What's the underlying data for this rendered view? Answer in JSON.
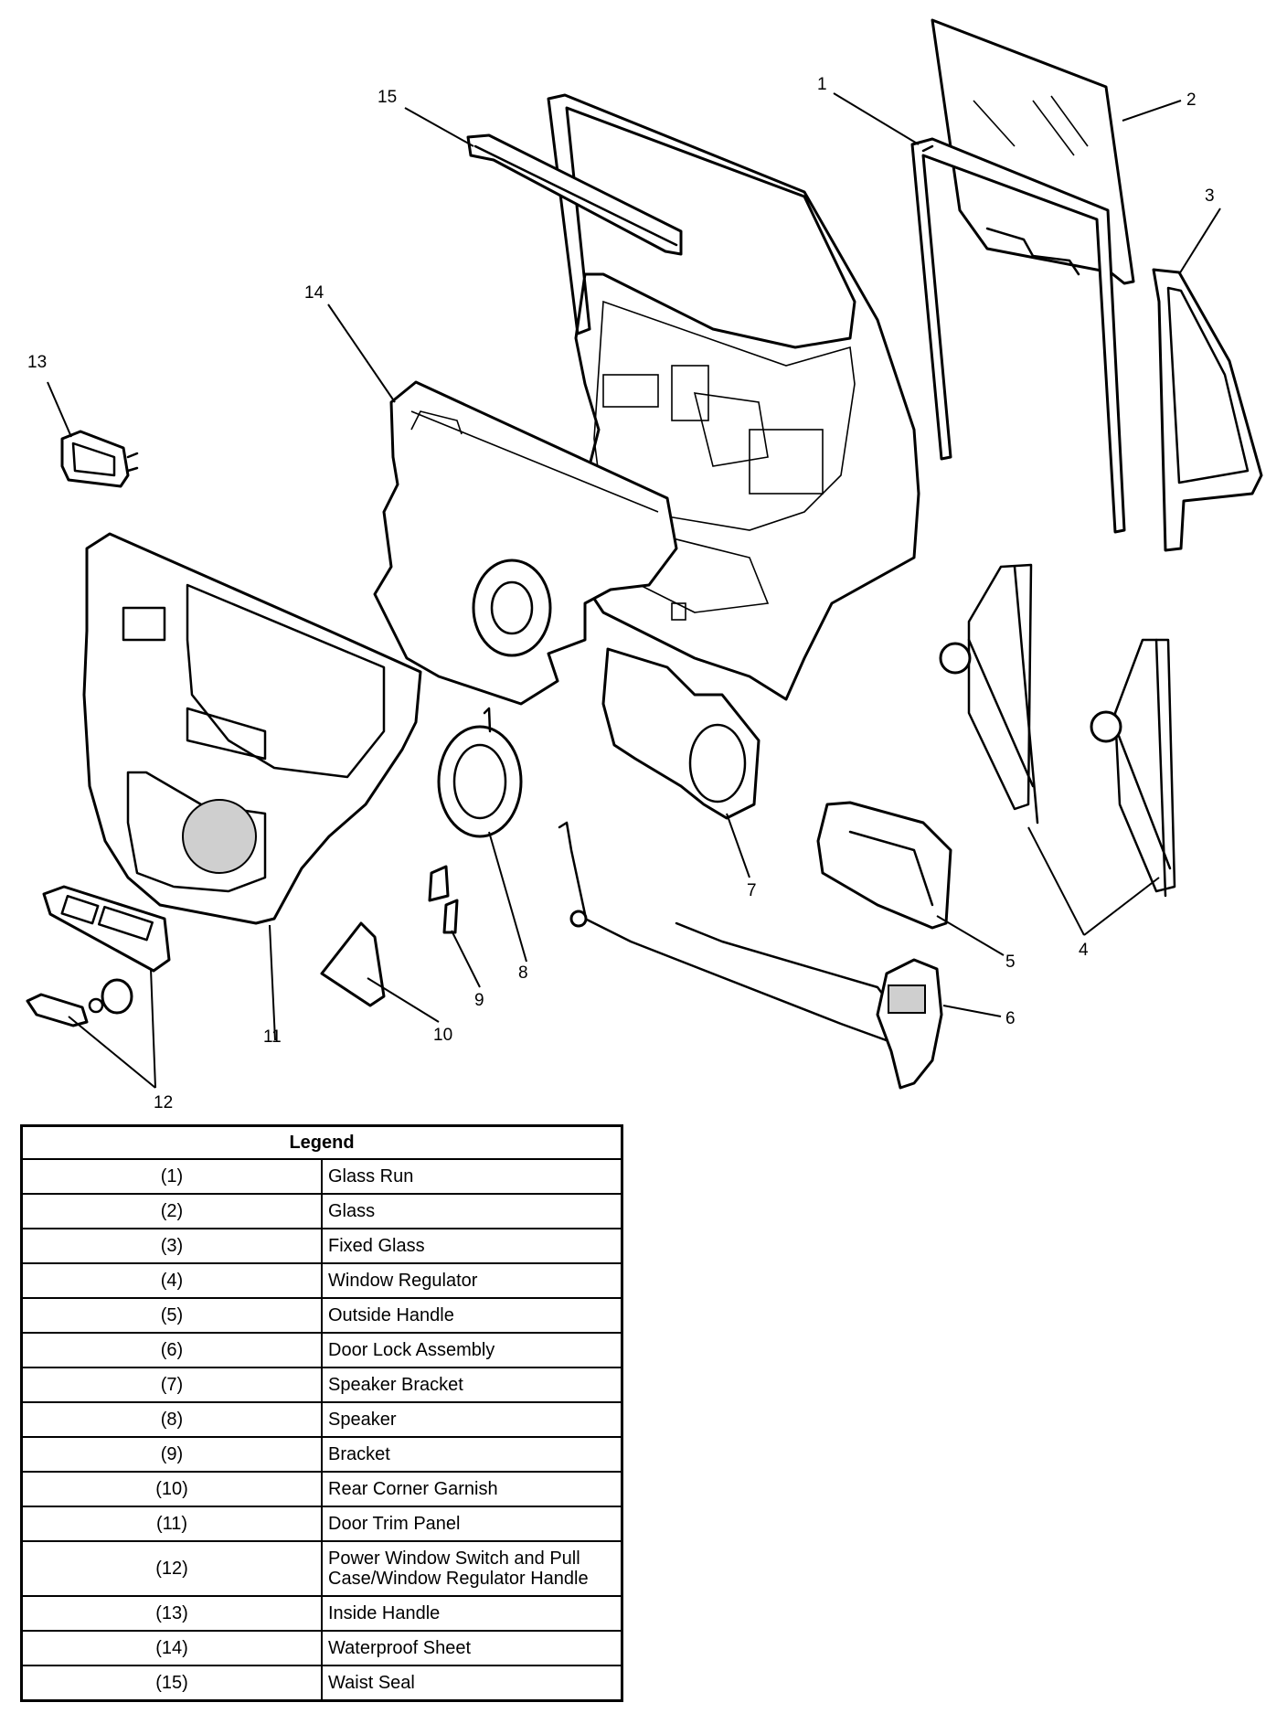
{
  "callouts": {
    "c1": "1",
    "c2": "2",
    "c3": "3",
    "c4": "4",
    "c5": "5",
    "c6": "6",
    "c7": "7",
    "c8": "8",
    "c9": "9",
    "c10": "10",
    "c11": "11",
    "c12": "12",
    "c13": "13",
    "c14": "14",
    "c15": "15"
  },
  "legend": {
    "title": "Legend",
    "rows": [
      {
        "num": "(1)",
        "desc": "Glass Run"
      },
      {
        "num": "(2)",
        "desc": "Glass"
      },
      {
        "num": "(3)",
        "desc": "Fixed Glass"
      },
      {
        "num": "(4)",
        "desc": "Window Regulator"
      },
      {
        "num": "(5)",
        "desc": "Outside Handle"
      },
      {
        "num": "(6)",
        "desc": "Door Lock Assembly"
      },
      {
        "num": "(7)",
        "desc": "Speaker Bracket"
      },
      {
        "num": "(8)",
        "desc": "Speaker"
      },
      {
        "num": "(9)",
        "desc": "Bracket"
      },
      {
        "num": "(10)",
        "desc": "Rear Corner Garnish"
      },
      {
        "num": "(11)",
        "desc": "Door Trim Panel"
      },
      {
        "num": "(12)",
        "desc": "Power Window Switch and Pull Case/Window Regulator Handle"
      },
      {
        "num": "(13)",
        "desc": "Inside Handle"
      },
      {
        "num": "(14)",
        "desc": "Waterproof Sheet"
      },
      {
        "num": "(15)",
        "desc": "Waist Seal"
      }
    ]
  }
}
